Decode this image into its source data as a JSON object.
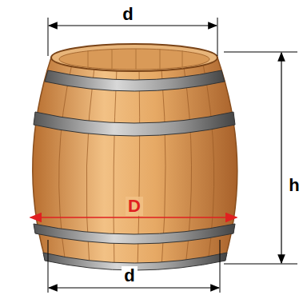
{
  "diagram": {
    "labels": [
      "d",
      "D",
      "h",
      "d"
    ]
  }
}
